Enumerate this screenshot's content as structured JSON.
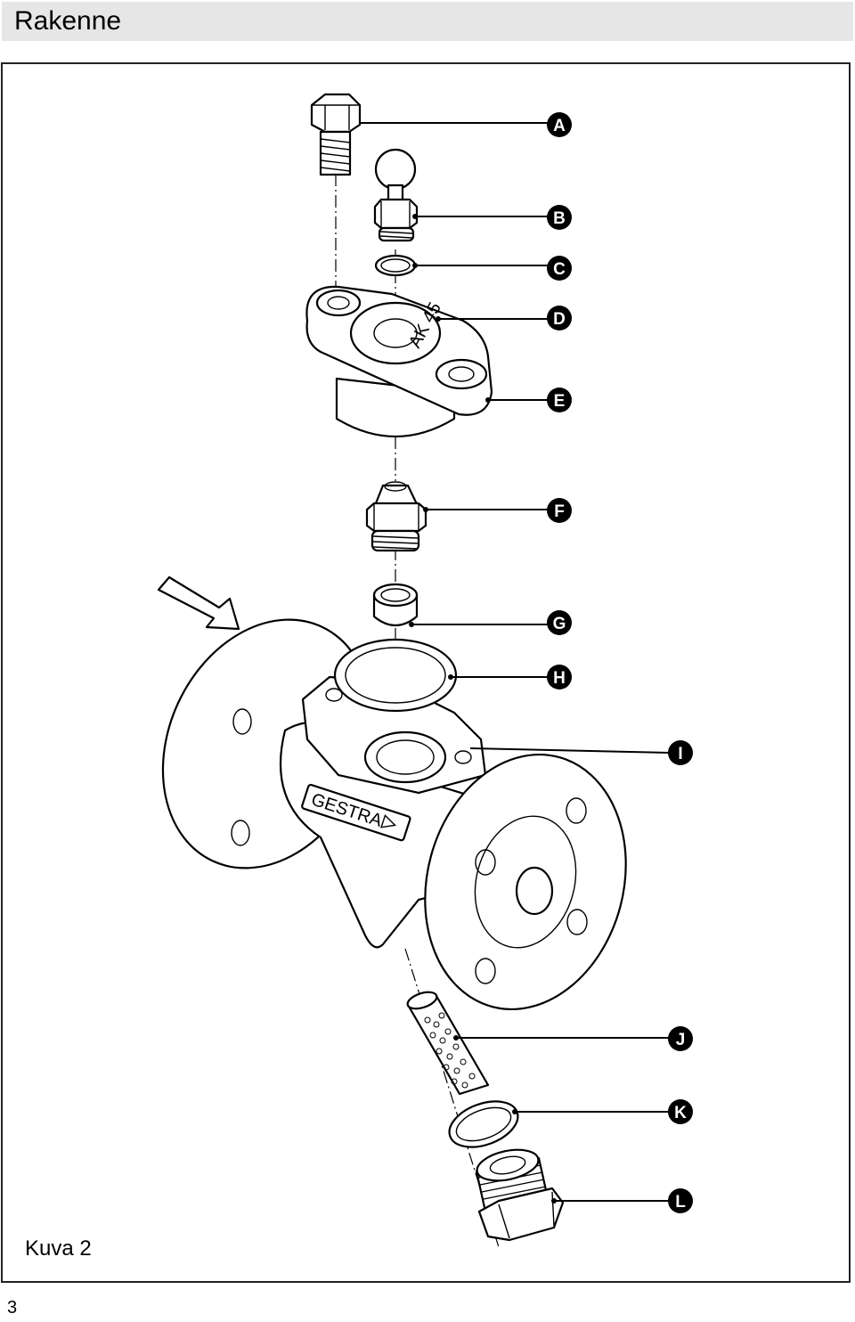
{
  "header": {
    "title": "Rakenne"
  },
  "figure": {
    "caption": "Kuva 2",
    "brand_text": "GESTRA",
    "cover_marking": "AK 45",
    "callouts": [
      "A",
      "B",
      "C",
      "D",
      "E",
      "F",
      "G",
      "H",
      "I",
      "J",
      "K",
      "L"
    ]
  },
  "page": {
    "number": "3"
  }
}
